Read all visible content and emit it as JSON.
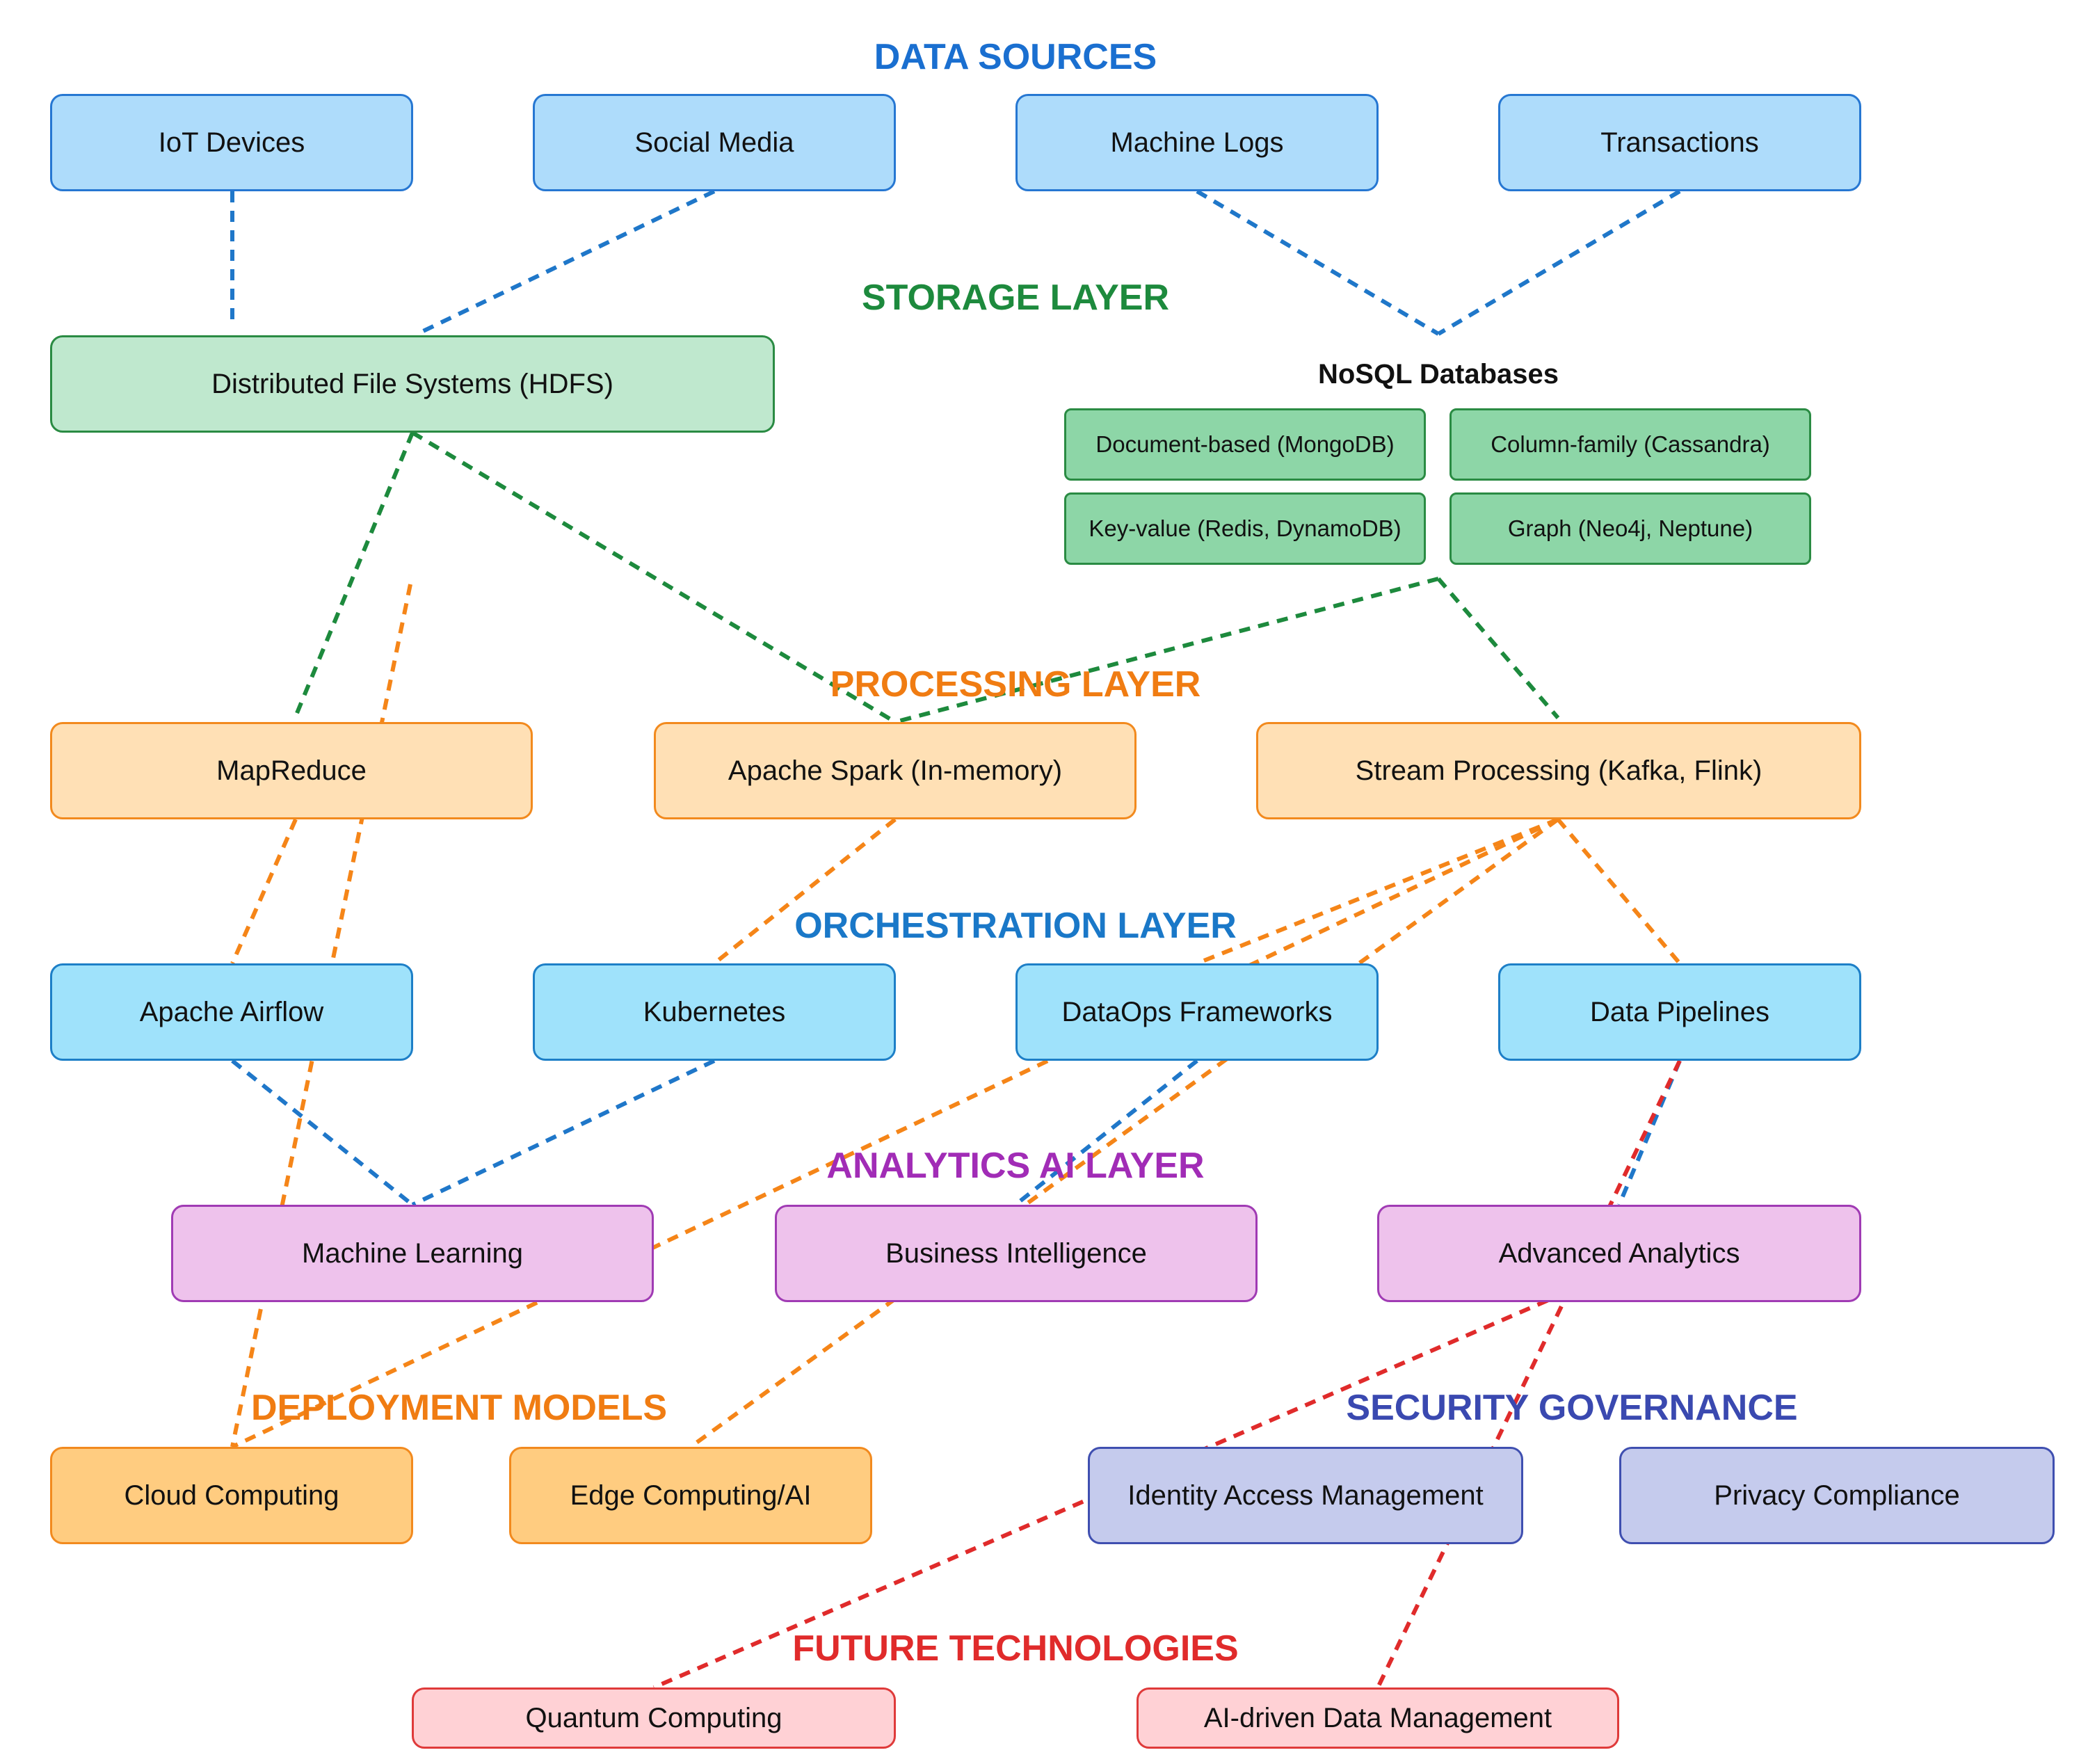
{
  "sections": {
    "data_sources": "DATA SOURCES",
    "storage_layer": "STORAGE LAYER",
    "processing_layer": "PROCESSING LAYER",
    "orchestration_layer": "ORCHESTRATION LAYER",
    "analytics_ai_layer": "ANALYTICS AI LAYER",
    "deployment_models": "DEPLOYMENT MODELS",
    "security_governance": "SECURITY GOVERNANCE",
    "future_technologies": "FUTURE TECHNOLOGIES"
  },
  "nodes": {
    "iot_devices": "IoT Devices",
    "social_media": "Social Media",
    "machine_logs": "Machine Logs",
    "transactions": "Transactions",
    "hdfs": "Distributed File Systems (HDFS)",
    "nosql_title": "NoSQL Databases",
    "document_based": "Document-based (MongoDB)",
    "column_family": "Column-family (Cassandra)",
    "key_value": "Key-value (Redis, DynamoDB)",
    "graph": "Graph (Neo4j, Neptune)",
    "mapreduce": "MapReduce",
    "apache_spark": "Apache Spark (In-memory)",
    "stream_processing": "Stream Processing (Kafka, Flink)",
    "apache_airflow": "Apache Airflow",
    "kubernetes": "Kubernetes",
    "dataops": "DataOps Frameworks",
    "data_pipelines": "Data Pipelines",
    "machine_learning": "Machine Learning",
    "business_intelligence": "Business Intelligence",
    "advanced_analytics": "Advanced Analytics",
    "cloud_computing": "Cloud Computing",
    "edge_computing": "Edge Computing/AI",
    "identity_access": "Identity Access Management",
    "privacy_compliance": "Privacy Compliance",
    "quantum_computing": "Quantum Computing",
    "ai_data_management": "AI-driven Data Management"
  },
  "colors": {
    "blue_edge": "#1f77c9",
    "green_edge": "#1d8a3d",
    "orange_edge": "#f58518",
    "red_edge": "#e02b2b"
  }
}
